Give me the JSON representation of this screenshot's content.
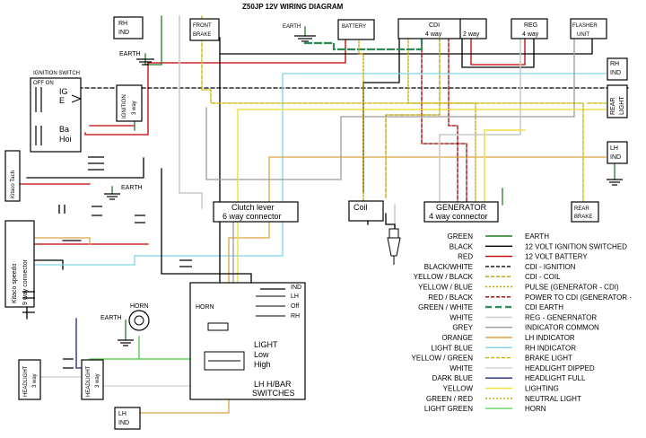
{
  "title": "Z50JP 12V WIRING DIAGRAM",
  "components": {
    "rh_ind_top": [
      "RH",
      "IND"
    ],
    "front_brake": [
      "FRONT",
      "BRAKE"
    ],
    "earth_top": "EARTH",
    "earth_upper_left": "EARTH",
    "battery": "BATTERY",
    "cdi": [
      "CDI",
      "4 way",
      "2 way"
    ],
    "reg": [
      "REG",
      "4 way"
    ],
    "flasher": [
      "FLASHER",
      "UNIT"
    ],
    "rh_ind_right": [
      "RH",
      "IND"
    ],
    "rear_light": [
      "REAR",
      "LIGHT"
    ],
    "lh_ind_right": [
      "LH",
      "IND"
    ],
    "rear_brake": [
      "REAR",
      "BRAKE"
    ],
    "ignition_switch": {
      "title": "IGNITION SWITCH",
      "off_on": "OFF ON",
      "ig": "IG",
      "e": "E",
      "ba": "Ba",
      "hoi": "Hoi"
    },
    "ignition_conn": [
      "IGNITION",
      "3 way"
    ],
    "kitaco_tach": "Kitaco Tach",
    "earth_mid": "EARTH",
    "kitaco_speedo": [
      "Kitaco speedo",
      "9 way connector"
    ],
    "clutch_lever": [
      "Clutch lever",
      "6 way connector"
    ],
    "coil": "Coil",
    "generator": [
      "GENERATOR",
      "4 way connector"
    ],
    "horn_label": "HORN",
    "horn_earth": "EARTH",
    "lh_switches": {
      "horn": "HORN",
      "ind": "IND",
      "lh": "LH",
      "off": "Off",
      "rh": "RH",
      "light": "LIGHT",
      "low": "Low",
      "high": "High",
      "name": [
        "LH H/BAR",
        "SWITCHES"
      ]
    },
    "headlight": [
      "HEADLIGHT",
      "3 way"
    ],
    "headlight_conn": [
      "HEADLIGHT",
      "3 way"
    ],
    "lh_ind_bottom": [
      "LH",
      "IND"
    ]
  },
  "legend": [
    {
      "wire": "GREEN",
      "meaning": "EARTH",
      "color": "#1f7a1f",
      "style": "solid"
    },
    {
      "wire": "BLACK",
      "meaning": "12 VOLT IGNITION SWITCHED",
      "color": "#000000",
      "style": "solid"
    },
    {
      "wire": "RED",
      "meaning": "12 VOLT BATTERY",
      "color": "#c00000",
      "style": "solid"
    },
    {
      "wire": "BLACK/WHITE",
      "meaning": "CDI - IGNITION",
      "color": "#000000",
      "style": "dashed"
    },
    {
      "wire": "YELLOW / BLACK",
      "meaning": "CDI - COIL",
      "color": "#b8a000",
      "style": "dashed"
    },
    {
      "wire": "YELLOW / BLUE",
      "meaning": "PULSE (GENERATOR - CDI)",
      "color": "#c8a000",
      "style": "dotted"
    },
    {
      "wire": "RED / BLACK",
      "meaning": "POWER TO CDI  (GENERATOR -",
      "color": "#a00000",
      "style": "dashed"
    },
    {
      "wire": "GREEN / WHITE",
      "meaning": "CDI EARTH",
      "color": "#2e8b57",
      "style": "thickdash"
    },
    {
      "wire": "WHITE",
      "meaning": "REG - GENERNATOR",
      "color": "#c8c8c8",
      "style": "solid"
    },
    {
      "wire": "GREY",
      "meaning": "INDICATOR COMMON",
      "color": "#9a9a9a",
      "style": "solid"
    },
    {
      "wire": "ORANGE",
      "meaning": "LH INDICATOR",
      "color": "#d9a441",
      "style": "solid"
    },
    {
      "wire": "LIGHT BLUE",
      "meaning": "RH INDICATOR",
      "color": "#7fd4e8",
      "style": "solid"
    },
    {
      "wire": "YELLOW / GREEN",
      "meaning": "BRAKE LIGHT",
      "color": "#c8b400",
      "style": "dashed"
    },
    {
      "wire": "WHITE",
      "meaning": "HEADLIGHT DIPPED",
      "color": "#cfcfcf",
      "style": "solid"
    },
    {
      "wire": "DARK BLUE",
      "meaning": "HEADLIGHT FULL",
      "color": "#1a237e",
      "style": "solid"
    },
    {
      "wire": "YELLOW",
      "meaning": "LIGHTING",
      "color": "#f0e040",
      "style": "solid"
    },
    {
      "wire": "GREEN / RED",
      "meaning": "NEUTRAL LIGHT",
      "color": "#c0a000",
      "style": "dotted"
    },
    {
      "wire": "LIGHT GREEN",
      "meaning": "HORN",
      "color": "#5fd35f",
      "style": "solid"
    }
  ]
}
